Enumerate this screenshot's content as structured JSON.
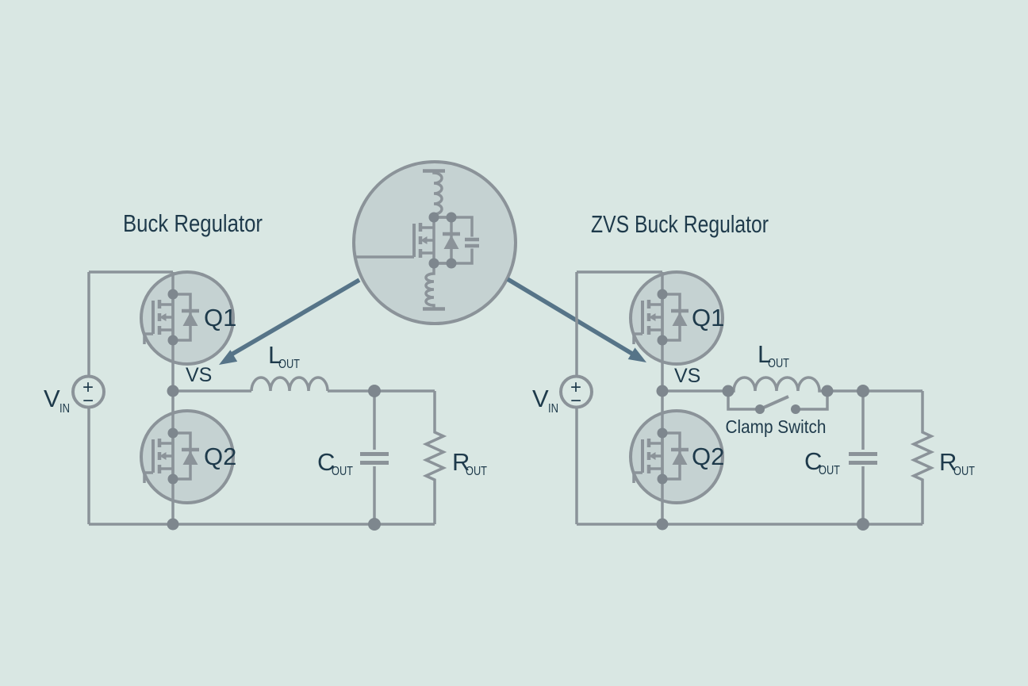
{
  "colors": {
    "background": "#d9e7e3",
    "wire": "#8b9399",
    "component_fill": "#c5d2d2",
    "junction": "#7e878e",
    "text": "#1e3a4b",
    "arrow": "#567488"
  },
  "left": {
    "title": "Buck Regulator",
    "vin_main": "V",
    "vin_sub": "IN",
    "plus": "+",
    "minus": "−",
    "q1": "Q1",
    "q2": "Q2",
    "vs": "VS",
    "l_main": "L",
    "l_sub": "OUT",
    "c_main": "C",
    "c_sub": "OUT",
    "r_main": "R",
    "r_sub": "OUT"
  },
  "right": {
    "title": "ZVS Buck Regulator",
    "vin_main": "V",
    "vin_sub": "IN",
    "plus": "+",
    "minus": "−",
    "q1": "Q1",
    "q2": "Q2",
    "vs": "VS",
    "l_main": "L",
    "l_sub": "OUT",
    "clamp": "Clamp Switch",
    "c_main": "C",
    "c_sub": "OUT",
    "r_main": "R",
    "r_sub": "OUT"
  }
}
